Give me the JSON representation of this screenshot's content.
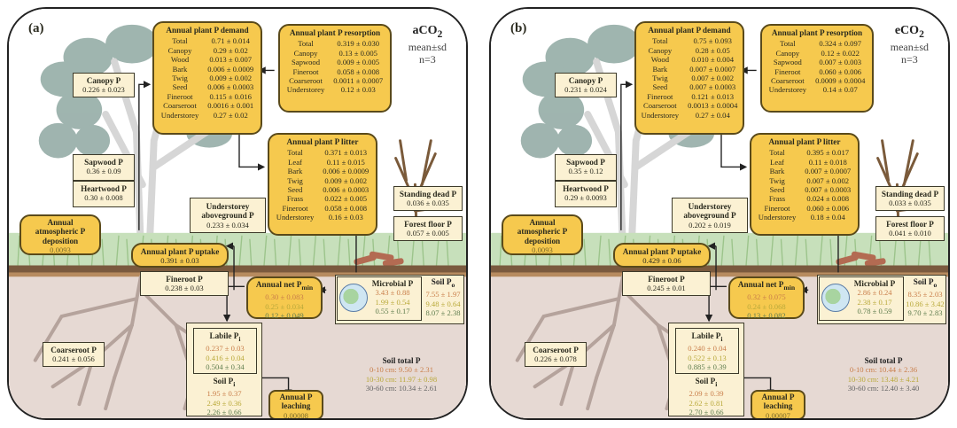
{
  "panels": [
    {
      "label": "(a)",
      "treatment": "aCO2",
      "treatment_base": "aCO",
      "treatment_sub": "2",
      "stat": "mean±sd",
      "n": "n=3",
      "demand": {
        "title": "Annual plant P demand",
        "rows": [
          {
            "k": "Total",
            "v": "0.71 ± 0.014"
          },
          {
            "k": "Canopy",
            "v": "0.29 ± 0.02"
          },
          {
            "k": "Wood",
            "v": "0.013 ± 0.007"
          },
          {
            "k": "Bark",
            "v": "0.006 ± 0.0009"
          },
          {
            "k": "Twig",
            "v": "0.009 ± 0.002"
          },
          {
            "k": "Seed",
            "v": "0.006 ± 0.0003"
          },
          {
            "k": "Fineroot",
            "v": "0.115 ± 0.016"
          },
          {
            "k": "Coarseroot",
            "v": "0.0016 ± 0.001"
          },
          {
            "k": "Understorey",
            "v": "0.27 ± 0.02"
          }
        ]
      },
      "resorption": {
        "title": "Annual plant P resorption",
        "rows": [
          {
            "k": "Total",
            "v": "0.319 ± 0.030"
          },
          {
            "k": "Canopy",
            "v": "0.13 ± 0.005"
          },
          {
            "k": "Sapwood",
            "v": "0.009 ± 0.005"
          },
          {
            "k": "Fineroot",
            "v": "0.058 ± 0.008"
          },
          {
            "k": "Coarseroot",
            "v": "0.0011 ± 0.0007"
          },
          {
            "k": "Understorey",
            "v": "0.12 ± 0.03"
          }
        ]
      },
      "litter": {
        "title": "Annual plant P litter",
        "rows": [
          {
            "k": "Total",
            "v": "0.371 ± 0.013"
          },
          {
            "k": "Leaf",
            "v": "0.11 ± 0.015"
          },
          {
            "k": "Bark",
            "v": "0.006 ± 0.0009"
          },
          {
            "k": "Twig",
            "v": "0.009 ± 0.002"
          },
          {
            "k": "Seed",
            "v": "0.006 ± 0.0003"
          },
          {
            "k": "Frass",
            "v": "0.022 ± 0.005"
          },
          {
            "k": "Fineroot",
            "v": "0.058 ± 0.008"
          },
          {
            "k": "Understorey",
            "v": "0.16 ± 0.03"
          }
        ]
      },
      "canopy": {
        "title": "Canopy P",
        "value": "0.226 ± 0.023"
      },
      "sapwood": {
        "title": "Sapwood P",
        "value": "0.36 ± 0.09"
      },
      "heartwood": {
        "title": "Heartwood P",
        "value": "0.30 ± 0.008"
      },
      "deposition": {
        "title_l1": "Annual",
        "title_l2": "atmospheric P",
        "title_l3": "deposition",
        "value": "0.0093"
      },
      "understorey": {
        "title_l1": "Understorey",
        "title_l2": "aboveground P",
        "value": "0.233 ± 0.034"
      },
      "standing_dead": {
        "title": "Standing dead P",
        "value": "0.036 ± 0.035"
      },
      "forest_floor": {
        "title": "Forest floor P",
        "value": "0.057 ± 0.005"
      },
      "uptake": {
        "title": "Annual plant P uptake",
        "value": "0.391 ± 0.03"
      },
      "fineroot": {
        "title": "Fineroot P",
        "value": "0.238 ± 0.03"
      },
      "coarseroot": {
        "title": "Coarseroot P",
        "value": "0.241 ± 0.056"
      },
      "net_pmin": {
        "title_base": "Annual net P",
        "title_sub": "min",
        "values": [
          "0.30 ± 0.083",
          "0.25 ± 0.034",
          "0.12 ± 0.049"
        ]
      },
      "microbial": {
        "title": "Microbial P",
        "values": [
          "3.43 ± 0.88",
          "1.99 ± 0.54",
          "0.55 ± 0.17"
        ]
      },
      "soil_po": {
        "title_base": "Soil P",
        "title_sub": "o",
        "values": [
          "7.55 ± 1.97",
          "9.48 ± 0.64",
          "8.07 ± 2.38"
        ]
      },
      "labile_pi": {
        "title_base": "Labile P",
        "title_sub": "i",
        "values": [
          "0.237 ± 0.03",
          "0.416 ± 0.04",
          "0.504 ± 0.34"
        ]
      },
      "soil_pi": {
        "title_base": "Soil P",
        "title_sub": "i",
        "values": [
          "1.95 ± 0.37",
          "2.49 ± 0.36",
          "2.26 ± 0.66"
        ]
      },
      "leaching": {
        "title_l1": "Annual P",
        "title_l2": "leaching",
        "value": "0.00008"
      },
      "soil_total": {
        "title": "Soil total P",
        "values": [
          "0-10 cm: 9.50 ± 2.31",
          "10-30 cm: 11.97 ± 0.98",
          "30-60 cm: 10.34 ± 2.61"
        ]
      }
    },
    {
      "label": "(b)",
      "treatment": "eCO2",
      "treatment_base": "eCO",
      "treatment_sub": "2",
      "stat": "mean±sd",
      "n": "n=3",
      "demand": {
        "title": "Annual plant P demand",
        "rows": [
          {
            "k": "Total",
            "v": "0.75 ± 0.093"
          },
          {
            "k": "Canopy",
            "v": "0.28 ± 0.05"
          },
          {
            "k": "Wood",
            "v": "0.010 ± 0.004"
          },
          {
            "k": "Bark",
            "v": "0.007 ± 0.0007"
          },
          {
            "k": "Twig",
            "v": "0.007 ± 0.002"
          },
          {
            "k": "Seed",
            "v": "0.007 ± 0.0003"
          },
          {
            "k": "Fineroot",
            "v": "0.121 ± 0.013"
          },
          {
            "k": "Coarseroot",
            "v": "0.0013 ± 0.0004"
          },
          {
            "k": "Understorey",
            "v": "0.27 ± 0.04"
          }
        ]
      },
      "resorption": {
        "title": "Annual plant P resorption",
        "rows": [
          {
            "k": "Total",
            "v": "0.324 ± 0.097"
          },
          {
            "k": "Canopy",
            "v": "0.12 ± 0.022"
          },
          {
            "k": "Sapwood",
            "v": "0.007 ± 0.003"
          },
          {
            "k": "Fineroot",
            "v": "0.060 ± 0.006"
          },
          {
            "k": "Coarseroot",
            "v": "0.0009 ± 0.0004"
          },
          {
            "k": "Understorey",
            "v": "0.14 ± 0.07"
          }
        ]
      },
      "litter": {
        "title": "Annual plant P litter",
        "rows": [
          {
            "k": "Total",
            "v": "0.395 ± 0.017"
          },
          {
            "k": "Leaf",
            "v": "0.11 ± 0.018"
          },
          {
            "k": "Bark",
            "v": "0.007 ± 0.0007"
          },
          {
            "k": "Twig",
            "v": "0.007 ± 0.002"
          },
          {
            "k": "Seed",
            "v": "0.007 ± 0.0003"
          },
          {
            "k": "Frass",
            "v": "0.024 ± 0.008"
          },
          {
            "k": "Fineroot",
            "v": "0.060 ± 0.006"
          },
          {
            "k": "Understorey",
            "v": "0.18 ± 0.04"
          }
        ]
      },
      "canopy": {
        "title": "Canopy P",
        "value": "0.231 ± 0.024"
      },
      "sapwood": {
        "title": "Sapwood P",
        "value": "0.35 ± 0.12"
      },
      "heartwood": {
        "title": "Heartwood P",
        "value": "0.29 ± 0.0093"
      },
      "deposition": {
        "title_l1": "Annual",
        "title_l2": "atmospheric P",
        "title_l3": "deposition",
        "value": "0.0093"
      },
      "understorey": {
        "title_l1": "Understorey",
        "title_l2": "aboveground P",
        "value": "0.202 ± 0.019"
      },
      "standing_dead": {
        "title": "Standing dead P",
        "value": "0.033 ± 0.035"
      },
      "forest_floor": {
        "title": "Forest floor P",
        "value": "0.041 ± 0.010"
      },
      "uptake": {
        "title": "Annual plant P uptake",
        "value": "0.429 ± 0.06"
      },
      "fineroot": {
        "title": "Fineroot P",
        "value": "0.245 ± 0.01"
      },
      "coarseroot": {
        "title": "Coarseroot P",
        "value": "0.226 ± 0.078"
      },
      "net_pmin": {
        "title_base": "Annual net P",
        "title_sub": "min",
        "values": [
          "0.32 ± 0.075",
          "0.24 ± 0.068",
          "0.13 ± 0.082"
        ]
      },
      "microbial": {
        "title": "Microbial P",
        "values": [
          "2.86 ± 0.24",
          "2.38 ± 0.17",
          "0.78 ± 0.59"
        ]
      },
      "soil_po": {
        "title_base": "Soil P",
        "title_sub": "o",
        "values": [
          "8.35 ± 2.03",
          "10.86 ± 3.42",
          "9.70 ± 2.83"
        ]
      },
      "labile_pi": {
        "title_base": "Labile P",
        "title_sub": "i",
        "values": [
          "0.240 ± 0.04",
          "0.522 ± 0.13",
          "0.885 ± 0.39"
        ]
      },
      "soil_pi": {
        "title_base": "Soil P",
        "title_sub": "i",
        "values": [
          "2.09 ± 0.39",
          "2.62 ± 0.81",
          "2.70 ± 0.66"
        ]
      },
      "leaching": {
        "title_l1": "Annual P",
        "title_l2": "leaching",
        "value": "0.00007"
      },
      "soil_total": {
        "title": "Soil total P",
        "values": [
          "0-10 cm: 10.44 ± 2.36",
          "10-30 cm: 13.48 ± 4.21",
          "30-60 cm: 12.40 ± 3.40"
        ]
      }
    }
  ],
  "colors": {
    "flux_box": "#f6c94e",
    "pool_box": "#fbf1d3",
    "depth_0_10": "#c97e4a",
    "depth_10_30": "#b9a93a",
    "depth_30_60": "#5f7d4e",
    "soil": "#e6d9d3",
    "grass": "#a9cf9a",
    "foliage": "#8fa8a2"
  }
}
